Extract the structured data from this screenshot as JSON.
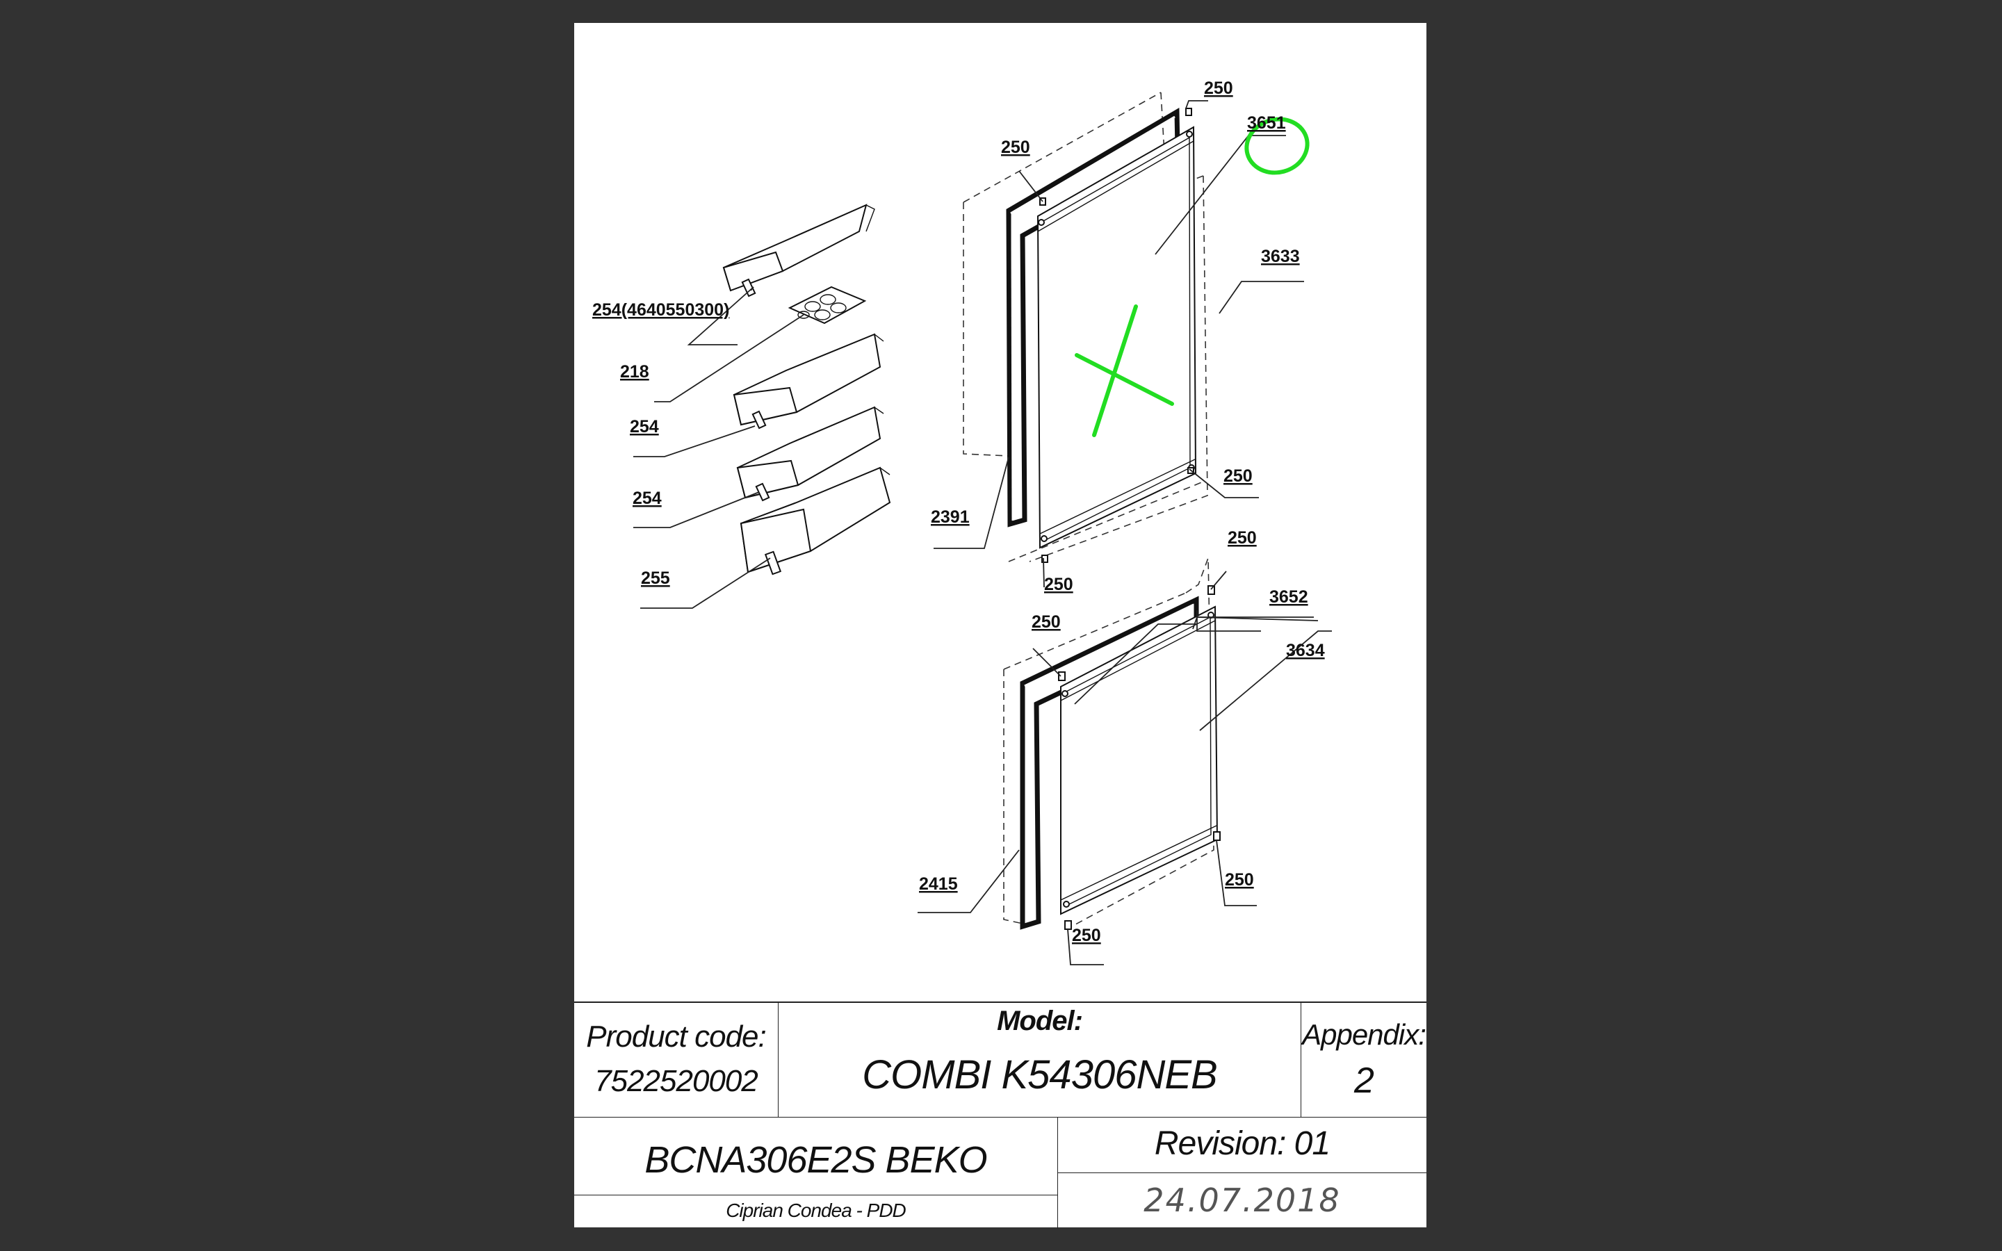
{
  "callouts": {
    "top_right_250": "250",
    "top_left_250": "250",
    "door_panel_top": "3651",
    "door_top": "3633",
    "shelf_top": "254(4640550300)",
    "egg_tray": "218",
    "shelf_2": "254",
    "shelf_3": "254",
    "shelf_bottom": "255",
    "gasket_top": "2391",
    "hinge_top_lower_right": "250",
    "hinge_top_lower_left": "250",
    "hinge_bottom_upper_right": "250",
    "door_panel_bottom": "3652",
    "hinge_bottom_upper_left": "250",
    "door_bottom": "3634",
    "gasket_bottom": "2415",
    "hinge_bottom_lower_right": "250",
    "hinge_bottom_lower_left": "250"
  },
  "annotation": {
    "color": "#22dd22"
  },
  "title_block": {
    "product_code_label": "Product code:",
    "product_code": "7522520002",
    "model_label": "Model:",
    "model": "COMBI K54306NEB",
    "appendix_label": "Appendix:",
    "appendix": "2",
    "product_name": "BCNA306E2S BEKO",
    "revision": "Revision: 01",
    "author": "Ciprian Condea - PDD",
    "date": "24.07.2018"
  }
}
